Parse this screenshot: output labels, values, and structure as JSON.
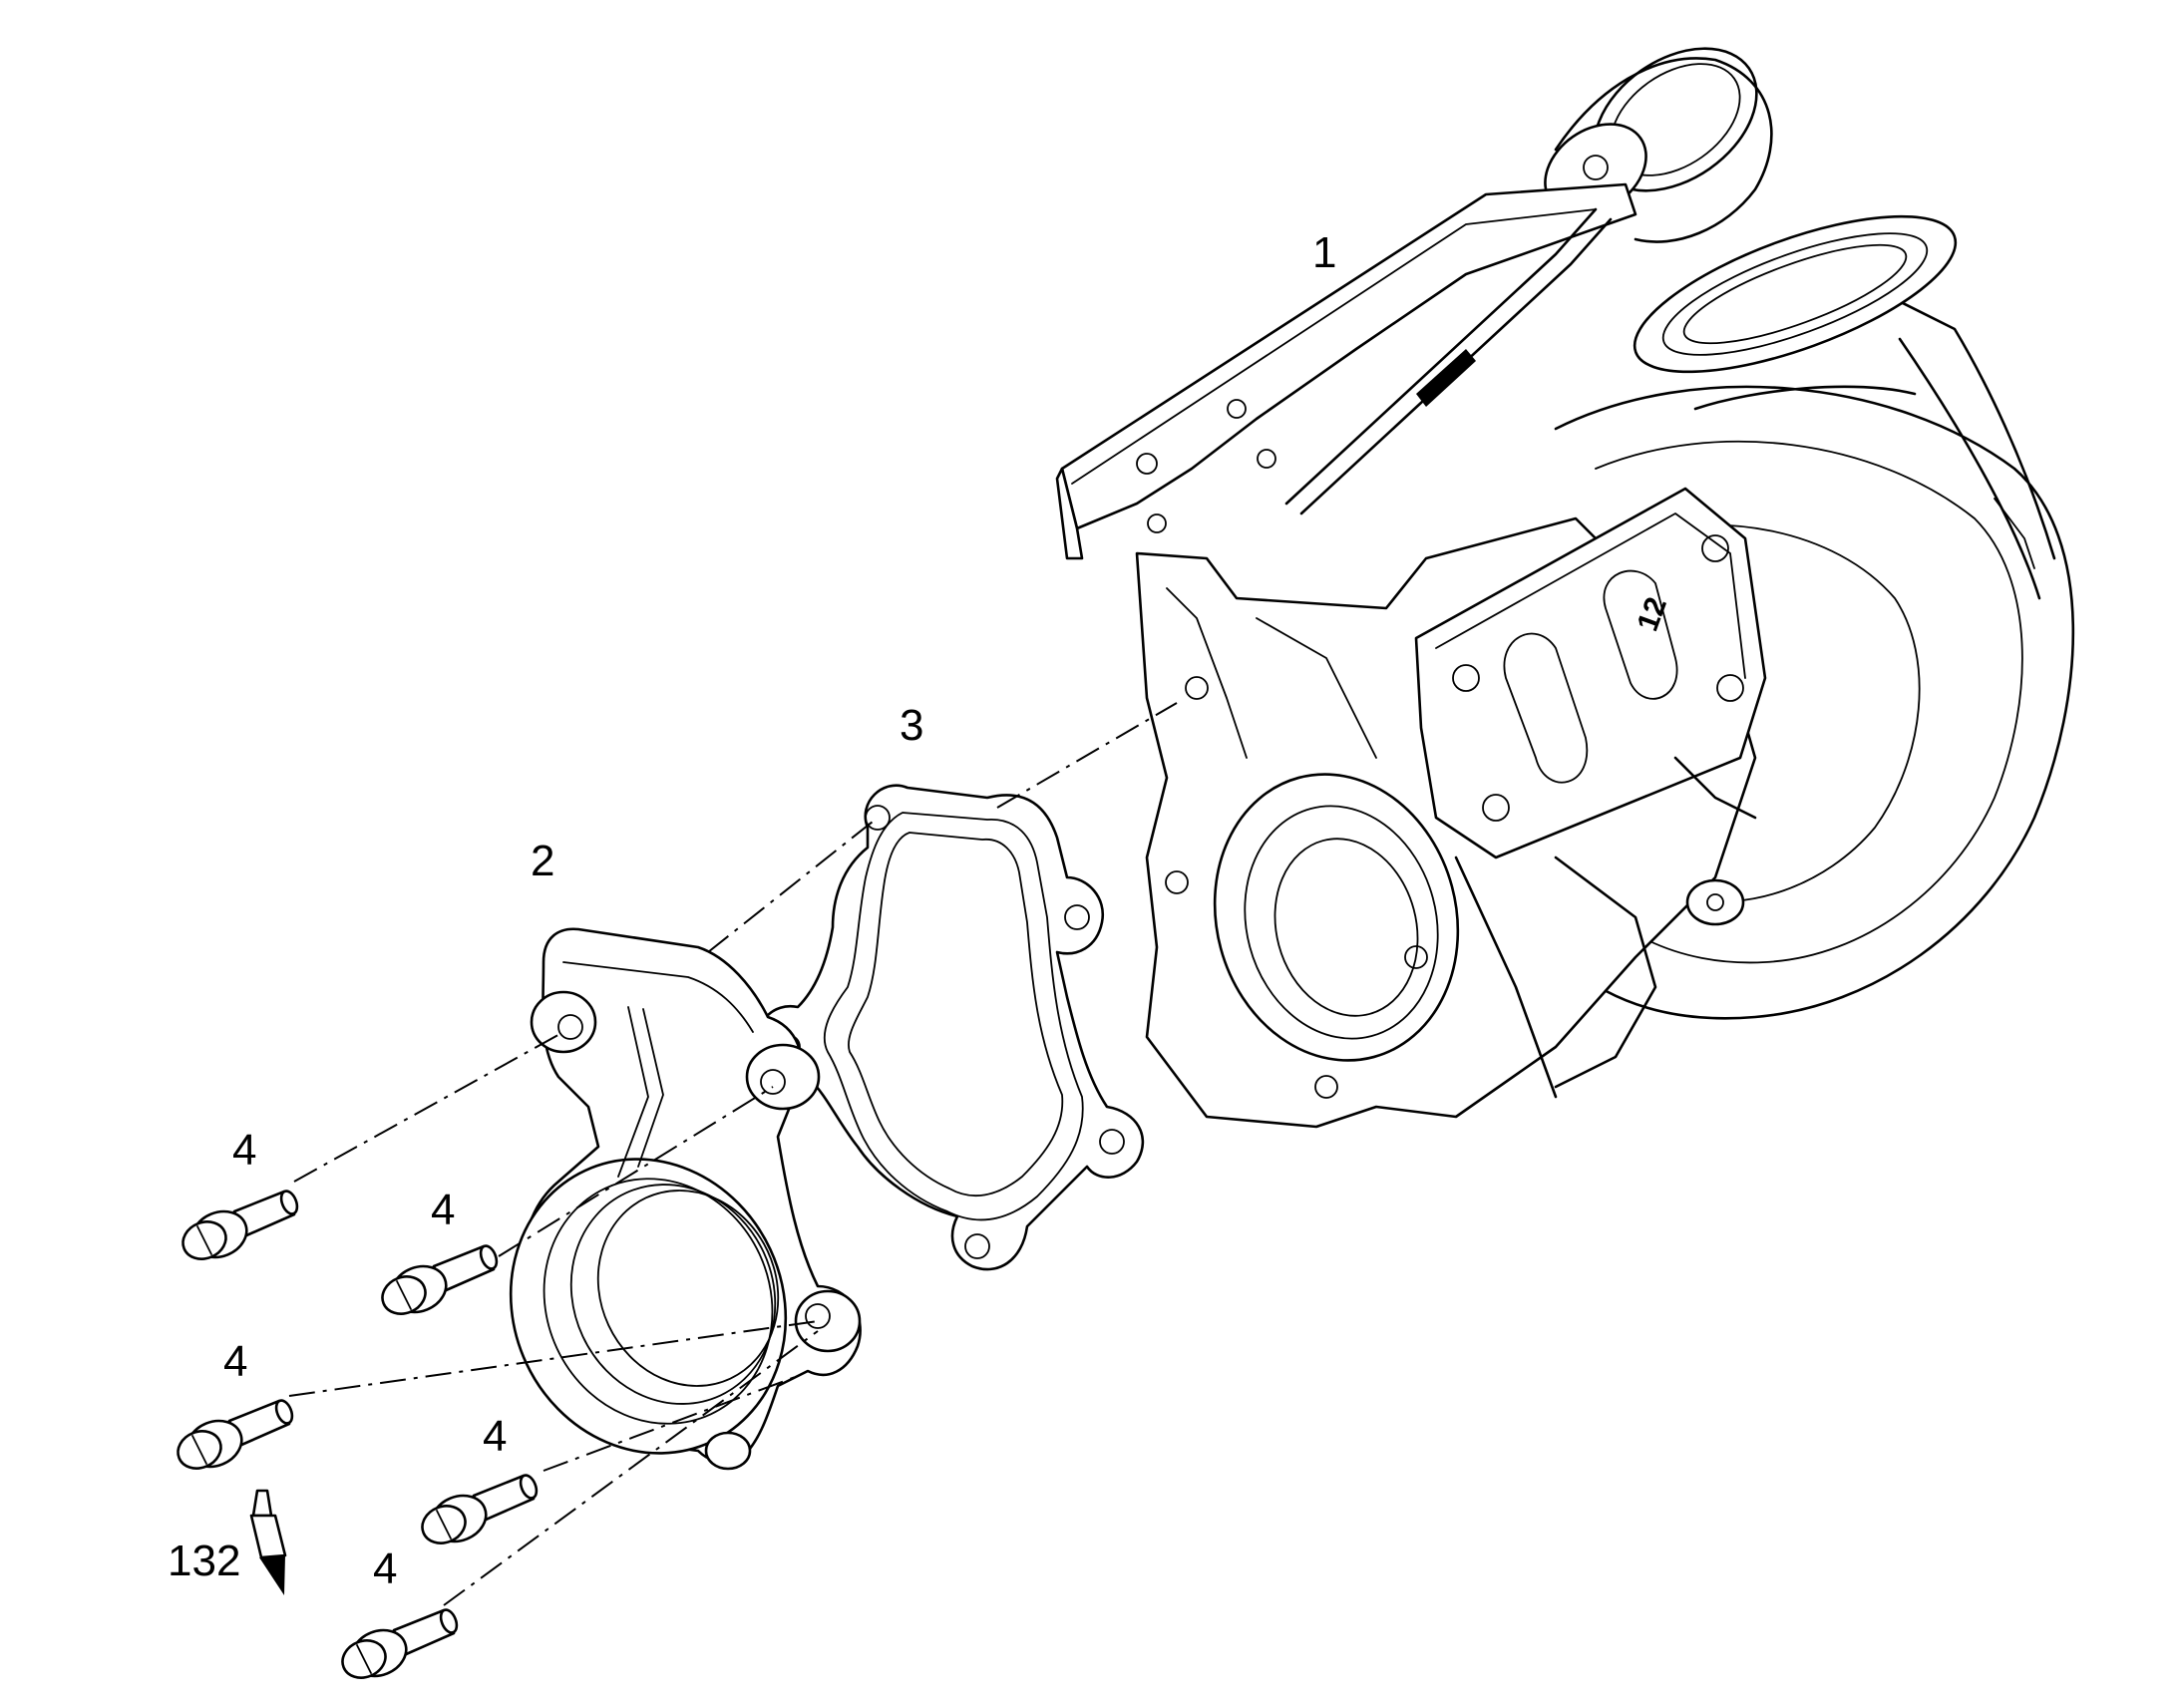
{
  "diagram": {
    "callouts": {
      "turbocharger": "1",
      "outlet_elbow": "2",
      "gasket": "3",
      "bolt_a": "4",
      "bolt_b": "4",
      "bolt_c": "4",
      "bolt_d": "4",
      "bolt_e": "4",
      "sealant": "132"
    },
    "flange_marking": "12"
  }
}
